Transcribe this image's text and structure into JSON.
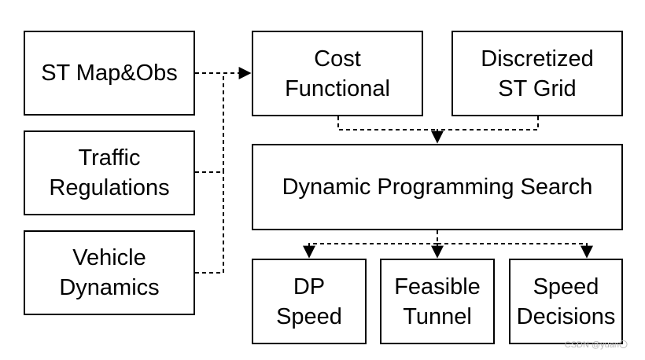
{
  "nodes": {
    "st_map_obs": [
      "ST Map&Obs"
    ],
    "traffic_regulations": [
      "Traffic",
      "Regulations"
    ],
    "vehicle_dynamics": [
      "Vehicle",
      "Dynamics"
    ],
    "cost_functional": [
      "Cost",
      "Functional"
    ],
    "discretized_st_grid": [
      "Discretized",
      "ST Grid"
    ],
    "dp_search": [
      "Dynamic Programming Search"
    ],
    "dp_speed": [
      "DP",
      "Speed"
    ],
    "feasible_tunnel": [
      "Feasible",
      "Tunnel"
    ],
    "speed_decisions": [
      "Speed",
      "Decisions"
    ]
  },
  "edges": [
    {
      "from": "st_map_obs",
      "to": "cost_functional",
      "style": "dashed"
    },
    {
      "from": "traffic_regulations",
      "to": "cost_functional",
      "style": "dashed"
    },
    {
      "from": "vehicle_dynamics",
      "to": "cost_functional",
      "style": "dashed"
    },
    {
      "from": "cost_functional",
      "to": "dp_search",
      "style": "dashed"
    },
    {
      "from": "discretized_st_grid",
      "to": "dp_search",
      "style": "dashed"
    },
    {
      "from": "dp_search",
      "to": "dp_speed",
      "style": "dashed"
    },
    {
      "from": "dp_search",
      "to": "feasible_tunnel",
      "style": "dashed"
    },
    {
      "from": "dp_search",
      "to": "speed_decisions",
      "style": "dashed"
    }
  ],
  "watermark": "CSDN @yuan〇",
  "colors": {
    "stroke": "#000000",
    "background": "#ffffff",
    "watermark": "#b8b8b8"
  }
}
